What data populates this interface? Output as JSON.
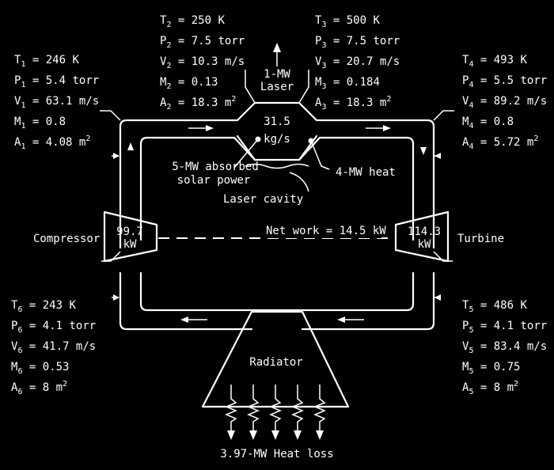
{
  "states": {
    "s1": [
      {
        "sym": "T",
        "sub": "1",
        "val": " = 246 K"
      },
      {
        "sym": "P",
        "sub": "1",
        "val": " = 5.4 torr"
      },
      {
        "sym": "V",
        "sub": "1",
        "val": " = 63.1 m/s"
      },
      {
        "sym": "M",
        "sub": "1",
        "val": " = 0.8"
      },
      {
        "sym": "A",
        "sub": "1",
        "val": " = 4.08 m",
        "sup": "2"
      }
    ],
    "s2": [
      {
        "sym": "T",
        "sub": "2",
        "val": " = 250 K"
      },
      {
        "sym": "P",
        "sub": "2",
        "val": " = 7.5 torr"
      },
      {
        "sym": "V",
        "sub": "2",
        "val": " = 10.3 m/s"
      },
      {
        "sym": "M",
        "sub": "2",
        "val": " = 0.13"
      },
      {
        "sym": "A",
        "sub": "2",
        "val": " = 18.3 m",
        "sup": "2"
      }
    ],
    "s3": [
      {
        "sym": "T",
        "sub": "3",
        "val": " = 500 K"
      },
      {
        "sym": "P",
        "sub": "3",
        "val": " = 7.5 torr"
      },
      {
        "sym": "V",
        "sub": "3",
        "val": " = 20.7 m/s"
      },
      {
        "sym": "M",
        "sub": "3",
        "val": " = 0.184"
      },
      {
        "sym": "A",
        "sub": "3",
        "val": " = 18.3 m",
        "sup": "2"
      }
    ],
    "s4": [
      {
        "sym": "T",
        "sub": "4",
        "val": " = 493 K"
      },
      {
        "sym": "P",
        "sub": "4",
        "val": " = 5.5 torr"
      },
      {
        "sym": "V",
        "sub": "4",
        "val": " = 89.2 m/s"
      },
      {
        "sym": "M",
        "sub": "4",
        "val": " = 0.8"
      },
      {
        "sym": "A",
        "sub": "4",
        "val": " = 5.72 m",
        "sup": "2"
      }
    ],
    "s5": [
      {
        "sym": "T",
        "sub": "5",
        "val": " = 486 K"
      },
      {
        "sym": "P",
        "sub": "5",
        "val": " = 4.1 torr"
      },
      {
        "sym": "V",
        "sub": "5",
        "val": " = 83.4 m/s"
      },
      {
        "sym": "M",
        "sub": "5",
        "val": " = 0.75"
      },
      {
        "sym": "A",
        "sub": "5",
        "val": " = 8 m",
        "sup": "2"
      }
    ],
    "s6": [
      {
        "sym": "T",
        "sub": "6",
        "val": " = 243 K"
      },
      {
        "sym": "P",
        "sub": "6",
        "val": " = 4.1 torr"
      },
      {
        "sym": "V",
        "sub": "6",
        "val": " = 41.7 m/s"
      },
      {
        "sym": "M",
        "sub": "6",
        "val": " = 0.53"
      },
      {
        "sym": "A",
        "sub": "6",
        "val": " = 8 m",
        "sup": "2"
      }
    ]
  },
  "labels": {
    "laser_line1": "1-MW",
    "laser_line2": "Laser",
    "flow_value": "31.5",
    "flow_unit": "kg/s",
    "absorbed_line1": "5-MW absorbed",
    "absorbed_line2": "solar power",
    "heat": "4-MW heat",
    "laser_cavity": "Laser cavity",
    "compressor": "Compressor",
    "compressor_power": "99.7",
    "compressor_unit": "kW",
    "turbine": "Turbine",
    "turbine_power": "114.3",
    "turbine_unit": "kW",
    "net_work": "Net work = 14.5 kW",
    "radiator": "Radiator",
    "heat_loss": "3.97-MW Heat loss"
  }
}
